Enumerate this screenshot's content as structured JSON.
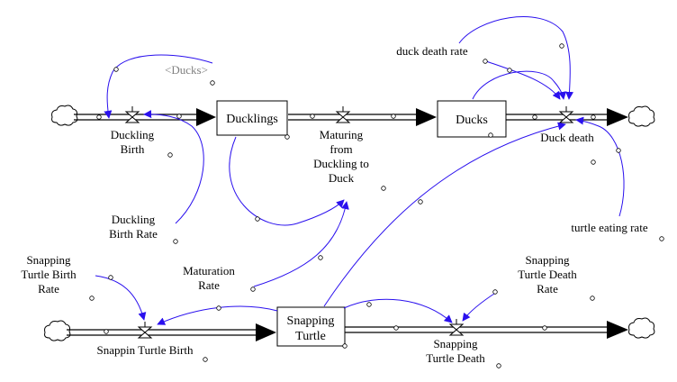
{
  "stocks": {
    "ducklings": "Ducklings",
    "ducks": "Ducks",
    "snapping_turtle_line1": "Snapping",
    "snapping_turtle_line2": "Turtle"
  },
  "flows": {
    "duckling_birth_line1": "Duckling",
    "duckling_birth_line2": "Birth",
    "maturing_line1": "Maturing",
    "maturing_line2": "from",
    "maturing_line3": "Duckling to",
    "maturing_line4": "Duck",
    "duck_death": "Duck death",
    "snappin_turtle_birth": "Snappin Turtle Birth",
    "snapping_turtle_death_line1": "Snapping",
    "snapping_turtle_death_line2": "Turtle Death"
  },
  "variables": {
    "ducks_shadow": "<Ducks>",
    "duck_death_rate": "duck death rate",
    "duckling_birth_rate_line1": "Duckling",
    "duckling_birth_rate_line2": "Birth Rate",
    "turtle_eating_rate": "turtle eating rate",
    "maturation_rate_line1": "Maturation",
    "maturation_rate_line2": "Rate",
    "snapping_turtle_birth_rate_line1": "Snapping",
    "snapping_turtle_birth_rate_line2": "Turtle Birth",
    "snapping_turtle_birth_rate_line3": "Rate",
    "snapping_turtle_death_rate_line1": "Snapping",
    "snapping_turtle_death_rate_line2": "Turtle Death",
    "snapping_turtle_death_rate_line3": "Rate"
  },
  "colors": {
    "link": "#2a10ee",
    "pipe": "#000000",
    "gray_label": "#808080"
  }
}
